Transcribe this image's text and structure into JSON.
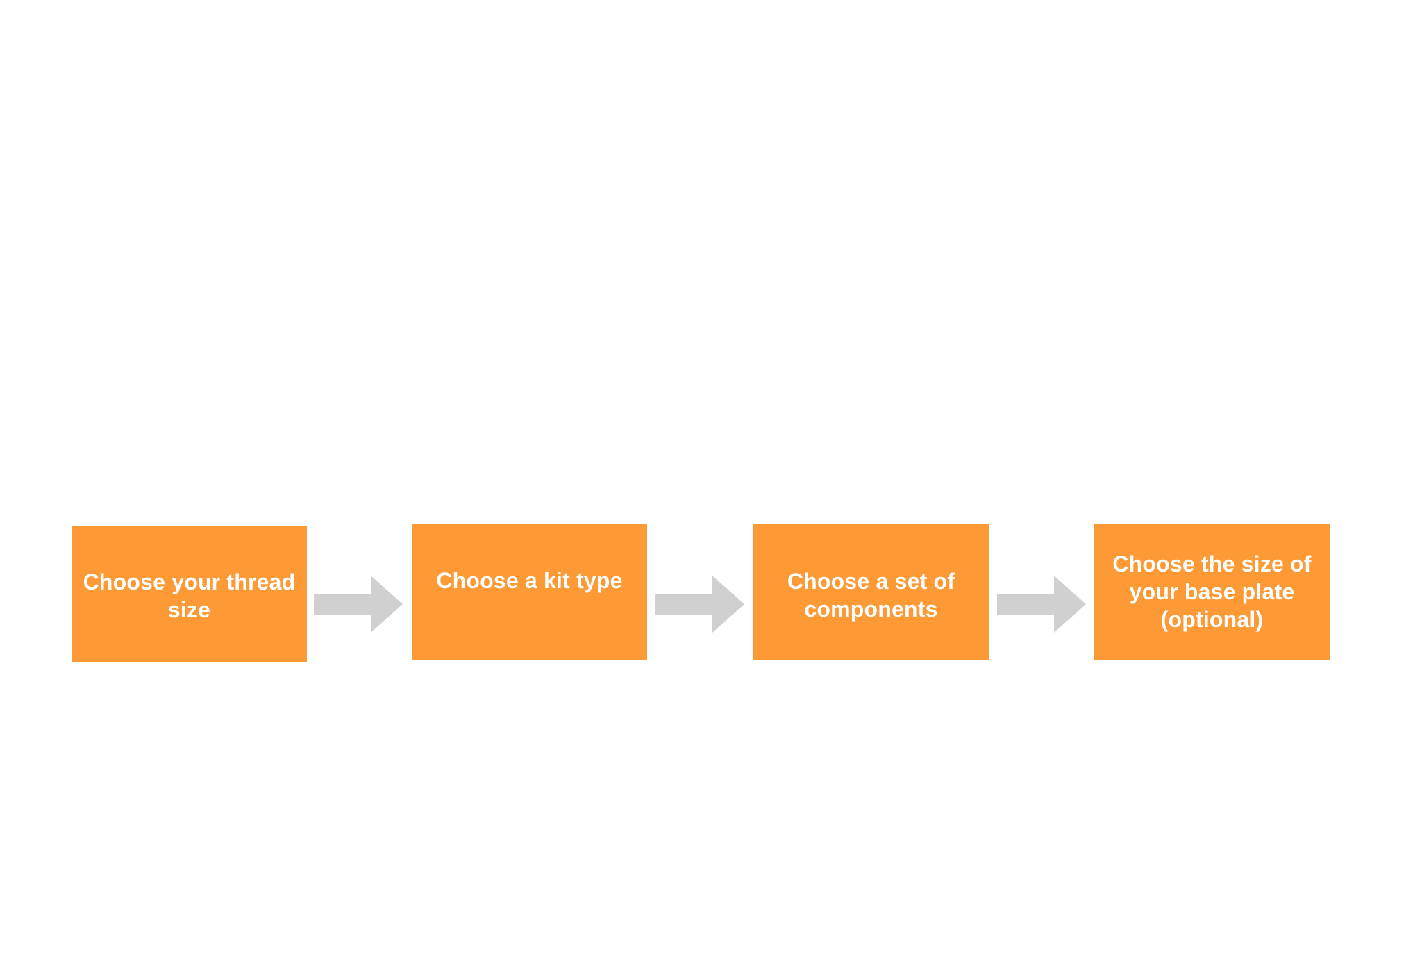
{
  "colors": {
    "box_fill": "#fd9a36",
    "box_text": "#ffffff",
    "arrow_fill": "#d0d0d0",
    "background": "#ffffff"
  },
  "steps": [
    {
      "label": "Choose your thread size"
    },
    {
      "label": "Choose a kit type"
    },
    {
      "label": "Choose a set of components"
    },
    {
      "label": "Choose the size of your base plate (optional)"
    }
  ],
  "connectors": [
    {
      "from": 1,
      "to": 2,
      "icon": "right-arrow-icon"
    },
    {
      "from": 2,
      "to": 3,
      "icon": "right-arrow-icon"
    },
    {
      "from": 3,
      "to": 4,
      "icon": "right-arrow-icon"
    }
  ]
}
